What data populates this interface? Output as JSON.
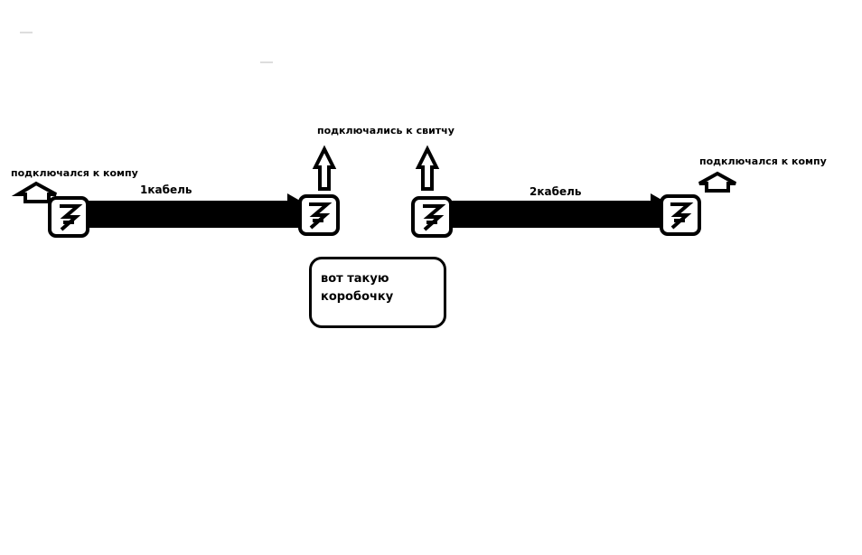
{
  "labels": {
    "left_up": "подключался к компу",
    "right_up": "подключался к компу",
    "switch_up": "подключались к свитчу",
    "cable1": "1кабель",
    "cable2": "2кабель"
  },
  "note": {
    "line1": "вот такую",
    "line2": "коробочку"
  }
}
